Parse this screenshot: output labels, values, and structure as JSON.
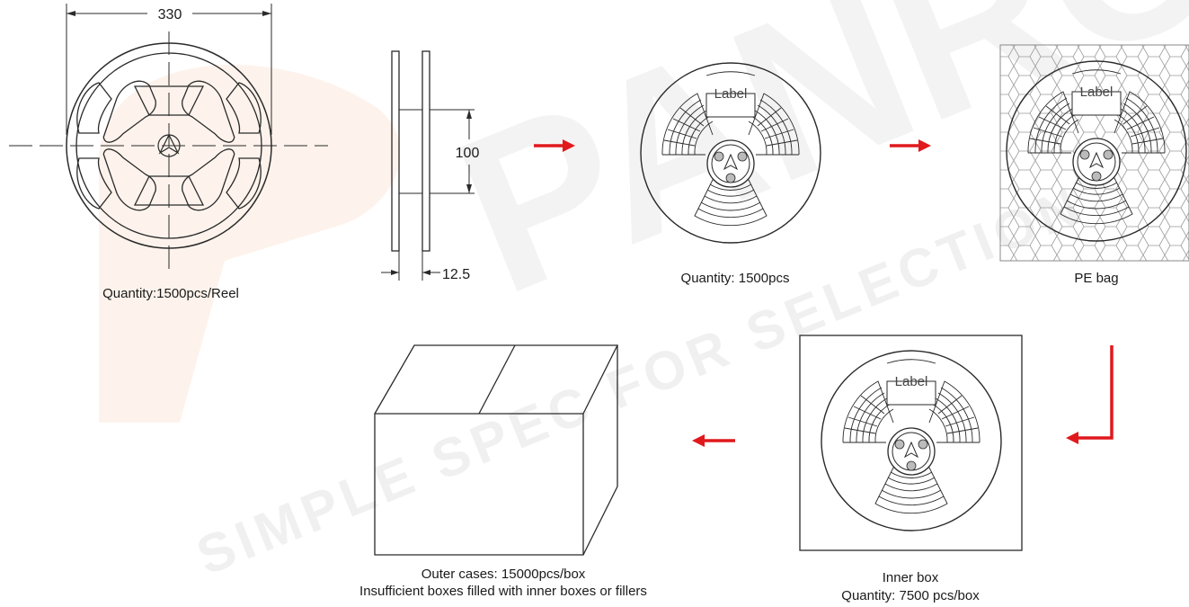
{
  "watermark": {
    "brand": "PANRO",
    "tagline": "SIMPLE SPEC FOR SELECTION"
  },
  "reel_drawing": {
    "width_dimension": "330",
    "hub_dimension": "100",
    "thickness_dimension": "12.5",
    "caption": "Quantity:1500pcs/Reel"
  },
  "labeled_reel": {
    "label_text": "Label",
    "caption": "Quantity: 1500pcs"
  },
  "pe_bag": {
    "label_text": "Label",
    "caption": "PE bag"
  },
  "inner_box": {
    "label_text": "Label",
    "caption_line1": "Inner box",
    "caption_line2": "Quantity: 7500 pcs/box"
  },
  "outer_case": {
    "caption_line1": "Outer cases: 15000pcs/box",
    "caption_line2": "Insufficient boxes filled with inner boxes or fillers"
  },
  "colors": {
    "arrow": "#e0191d",
    "line": "#2a2a2a",
    "watermark": "#f2f2f2",
    "watermark_logo": "#fdf3ec"
  }
}
